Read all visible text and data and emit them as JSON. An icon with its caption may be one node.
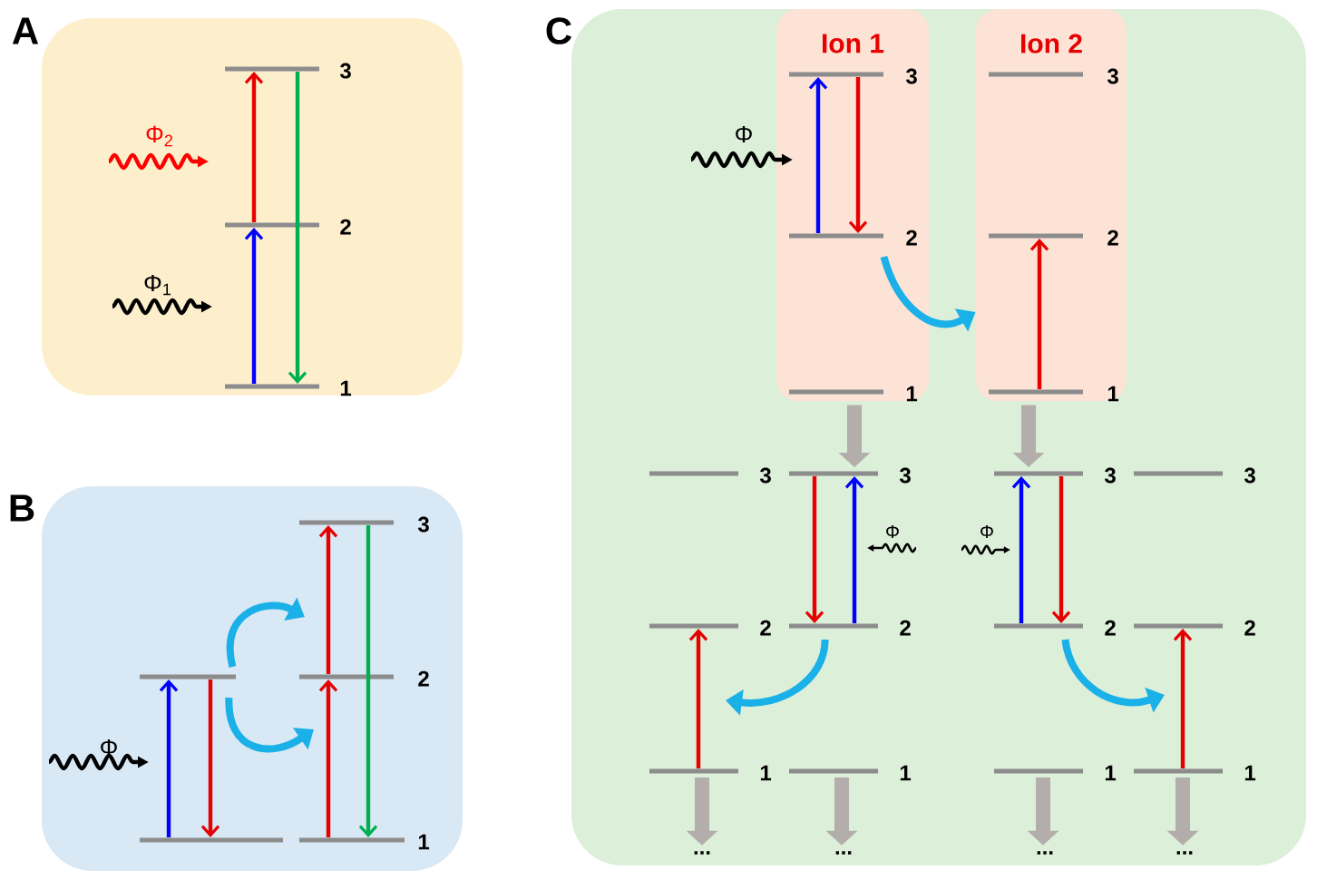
{
  "diagram": {
    "nodes": [
      {
        "text": [
          "A"
        ]
      },
      {
        "text": [],
        "shape": "bar",
        "beside": [
          "3"
        ],
        "in": 0
      },
      {
        "text": [],
        "shape": "bar",
        "beside": [
          "2"
        ],
        "in": 0
      },
      {
        "text": [],
        "shape": "bar",
        "beside": [
          "1"
        ],
        "in": 0
      },
      {
        "text": [
          "B"
        ]
      },
      {
        "text": [],
        "shape": "bar",
        "in": 4
      },
      {
        "text": [],
        "shape": "bar",
        "in": 4
      },
      {
        "text": [],
        "shape": "bar",
        "beside": [
          "3"
        ],
        "in": 4
      },
      {
        "text": [],
        "shape": "bar",
        "beside": [
          "2"
        ],
        "in": 4
      },
      {
        "text": [],
        "shape": "bar",
        "beside": [
          "1"
        ],
        "in": 4
      },
      {
        "text": [
          "C"
        ]
      },
      {
        "text": [
          "Ion 1"
        ],
        "in": 10
      },
      {
        "text": [],
        "shape": "bar",
        "beside": [
          "3"
        ],
        "in": 11
      },
      {
        "text": [],
        "shape": "bar",
        "beside": [
          "2"
        ],
        "in": 11
      },
      {
        "text": [],
        "shape": "bar",
        "beside": [
          "1"
        ],
        "in": 11
      },
      {
        "text": [
          "Ion 2"
        ],
        "in": 10
      },
      {
        "text": [],
        "shape": "bar",
        "beside": [
          "3"
        ],
        "in": 15
      },
      {
        "text": [],
        "shape": "bar",
        "beside": [
          "2"
        ],
        "in": 15
      },
      {
        "text": [],
        "shape": "bar",
        "beside": [
          "1"
        ],
        "in": 15
      },
      {
        "text": [],
        "shape": "bar",
        "beside": [
          "3"
        ],
        "in": 10
      },
      {
        "text": [],
        "shape": "bar",
        "beside": [
          "2"
        ],
        "in": 10
      },
      {
        "text": [],
        "shape": "bar",
        "beside": [
          "1"
        ],
        "in": 10
      },
      {
        "text": [],
        "shape": "bar",
        "beside": [
          "3"
        ],
        "in": 10
      },
      {
        "text": [],
        "shape": "bar",
        "beside": [
          "2"
        ],
        "in": 10
      },
      {
        "text": [],
        "shape": "bar",
        "beside": [
          "1"
        ],
        "in": 10
      },
      {
        "text": [],
        "shape": "bar",
        "beside": [
          "3"
        ],
        "in": 10
      },
      {
        "text": [],
        "shape": "bar",
        "beside": [
          "2"
        ],
        "in": 10
      },
      {
        "text": [],
        "shape": "bar",
        "beside": [
          "1"
        ],
        "in": 10
      },
      {
        "text": [],
        "shape": "bar",
        "beside": [
          "3"
        ],
        "in": 10
      },
      {
        "text": [],
        "shape": "bar",
        "beside": [
          "2"
        ],
        "in": 10
      },
      {
        "text": [],
        "shape": "bar",
        "beside": [
          "1"
        ],
        "in": 10
      },
      {
        "text": [
          "..."
        ],
        "in": 10
      },
      {
        "text": [
          "..."
        ],
        "in": 10
      },
      {
        "text": [
          "..."
        ],
        "in": 10
      },
      {
        "text": [
          "..."
        ],
        "in": 10
      }
    ],
    "edges": [
      {
        "from": 3,
        "to": 2,
        "arrow": "to",
        "color": "#0000ff"
      },
      {
        "from": 2,
        "to": 1,
        "arrow": "to"
      },
      {
        "from": 1,
        "to": 3,
        "arrow": "to",
        "color": "#00b050"
      },
      {
        "from": 6,
        "to": 5,
        "arrow": "to",
        "color": "#0000ff"
      },
      {
        "from": 5,
        "to": 6,
        "arrow": "to"
      },
      {
        "from": 9,
        "to": 8,
        "arrow": "to"
      },
      {
        "from": 8,
        "to": 7,
        "arrow": "to"
      },
      {
        "from": 7,
        "to": 9,
        "arrow": "to",
        "color": "#00b050"
      },
      {
        "from": 13,
        "to": 12,
        "arrow": "to",
        "color": "#0000ff"
      },
      {
        "from": 12,
        "to": 13,
        "arrow": "to"
      },
      {
        "from": 18,
        "to": 17,
        "arrow": "to"
      },
      {
        "from": 11,
        "to": 22,
        "arrow": "to",
        "style": "thick",
        "color": "#b3adab"
      },
      {
        "from": 15,
        "to": 25,
        "arrow": "to",
        "style": "thick",
        "color": "#b3adab"
      },
      {
        "from": 21,
        "to": 20,
        "arrow": "to"
      },
      {
        "from": 22,
        "to": 23,
        "arrow": "to"
      },
      {
        "from": 23,
        "to": 22,
        "arrow": "to",
        "color": "#0000ff"
      },
      {
        "from": 26,
        "to": 25,
        "arrow": "to",
        "color": "#0000ff"
      },
      {
        "from": 25,
        "to": 26,
        "arrow": "to"
      },
      {
        "from": 30,
        "to": 29,
        "arrow": "to"
      },
      {
        "from": 21,
        "to": 31,
        "arrow": "to",
        "style": "thick",
        "color": "#b3adab"
      },
      {
        "from": 24,
        "to": 32,
        "arrow": "to",
        "style": "thick",
        "color": "#b3adab"
      },
      {
        "from": 27,
        "to": 33,
        "arrow": "to",
        "style": "thick",
        "color": "#b3adab"
      },
      {
        "from": 30,
        "to": 34,
        "arrow": "to",
        "style": "thick",
        "color": "#b3adab"
      },
      {
        "from": 5,
        "to": null,
        "arrow": "to",
        "style": "thick",
        "color": "#1ab0e8"
      },
      {
        "from": 5,
        "to": null,
        "arrow": "to",
        "style": "thick",
        "color": "#1ab0e8"
      },
      {
        "from": 13,
        "to": 15,
        "arrow": "to",
        "style": "thick",
        "color": "#1ab0e8"
      },
      {
        "from": 23,
        "to": null,
        "arrow": "to",
        "style": "thick",
        "color": "#1ab0e8"
      },
      {
        "from": 26,
        "to": null,
        "arrow": "to",
        "style": "thick",
        "color": "#1ab0e8"
      }
    ],
    "labels": [
      "Φ$_{2}$",
      "Φ$_{1}$",
      "Φ",
      "Φ",
      "Φ",
      "Φ"
    ]
  }
}
